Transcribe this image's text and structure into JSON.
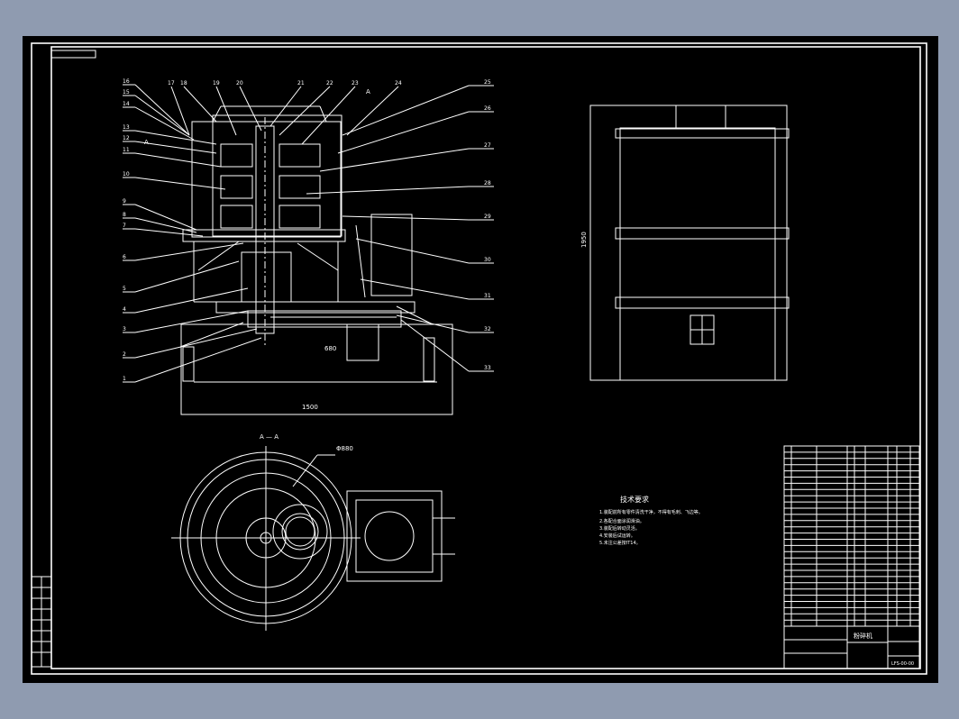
{
  "drawing": {
    "section_label": "A — A",
    "section_marker": "A",
    "dim_width": "1500",
    "dim_inner": "680",
    "dim_diameter": "Φ880",
    "dim_height": "1950",
    "part_numbers_left": [
      "16",
      "15",
      "14",
      "13",
      "12",
      "11",
      "10",
      "9",
      "8",
      "7",
      "6",
      "5",
      "4",
      "3",
      "2",
      "1"
    ],
    "part_numbers_top": [
      "17",
      "18",
      "19",
      "20",
      "21",
      "22",
      "23",
      "24"
    ],
    "part_numbers_right": [
      "25",
      "26",
      "27",
      "28",
      "29",
      "30",
      "31",
      "32",
      "33"
    ]
  },
  "tech_requirements": {
    "title": "技术要求",
    "lines": [
      "1.装配前所有零件清洗干净，不得有毛刺、飞边等。",
      "2.各配合面涂润滑油。",
      "3.装配后转动灵活。",
      "4.安装后试运转。",
      "5.未注公差按IT14。"
    ]
  },
  "title_block": {
    "drawing_name": "粉碎机",
    "drawing_no": "LFS-00-00"
  }
}
